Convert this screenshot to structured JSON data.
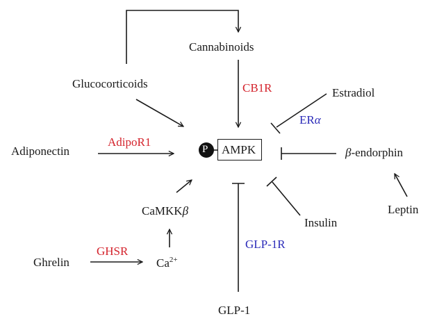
{
  "diagram": {
    "center": {
      "label": "AMPK",
      "phospho_label": "P"
    },
    "nodes": {
      "cannabinoids": "Cannabinoids",
      "glucocorticoids": "Glucocorticoids",
      "estradiol": "Estradiol",
      "adiponectin": "Adiponectin",
      "beta_endorphin_prefix": "β",
      "beta_endorphin_suffix": "-endorphin",
      "camkk_prefix": "CaMKK",
      "camkk_suffix": "β",
      "insulin": "Insulin",
      "leptin": "Leptin",
      "ghrelin": "Ghrelin",
      "calcium_base": "Ca",
      "calcium_charge": "2+",
      "glp1": "GLP-1"
    },
    "receptors": {
      "cb1r": "CB1R",
      "adipor1": "AdipoR1",
      "er_alpha_prefix": "ER",
      "er_alpha_suffix": "α",
      "ghsr": "GHSR",
      "glp1r": "GLP-1R"
    },
    "edges": [
      {
        "from": "Glucocorticoids",
        "to": "Cannabinoids",
        "type": "activation"
      },
      {
        "from": "Cannabinoids",
        "to": "AMPK",
        "type": "activation",
        "via": "CB1R"
      },
      {
        "from": "Glucocorticoids",
        "to": "AMPK",
        "type": "activation"
      },
      {
        "from": "Estradiol",
        "to": "AMPK",
        "type": "inhibition",
        "via": "ERα"
      },
      {
        "from": "Adiponectin",
        "to": "AMPK",
        "type": "activation",
        "via": "AdipoR1"
      },
      {
        "from": "β-endorphin",
        "to": "AMPK",
        "type": "inhibition"
      },
      {
        "from": "Leptin",
        "to": "β-endorphin",
        "type": "activation"
      },
      {
        "from": "CaMKKβ",
        "to": "AMPK",
        "type": "activation"
      },
      {
        "from": "Ca2+",
        "to": "CaMKKβ",
        "type": "activation"
      },
      {
        "from": "Ghrelin",
        "to": "Ca2+",
        "type": "activation",
        "via": "GHSR"
      },
      {
        "from": "Insulin",
        "to": "AMPK",
        "type": "inhibition"
      },
      {
        "from": "GLP-1",
        "to": "AMPK",
        "type": "inhibition",
        "via": "GLP-1R"
      }
    ],
    "colors": {
      "text": "#1a1a1a",
      "receptor_red": "#d4232c",
      "receptor_blue": "#2a2ab8"
    }
  }
}
